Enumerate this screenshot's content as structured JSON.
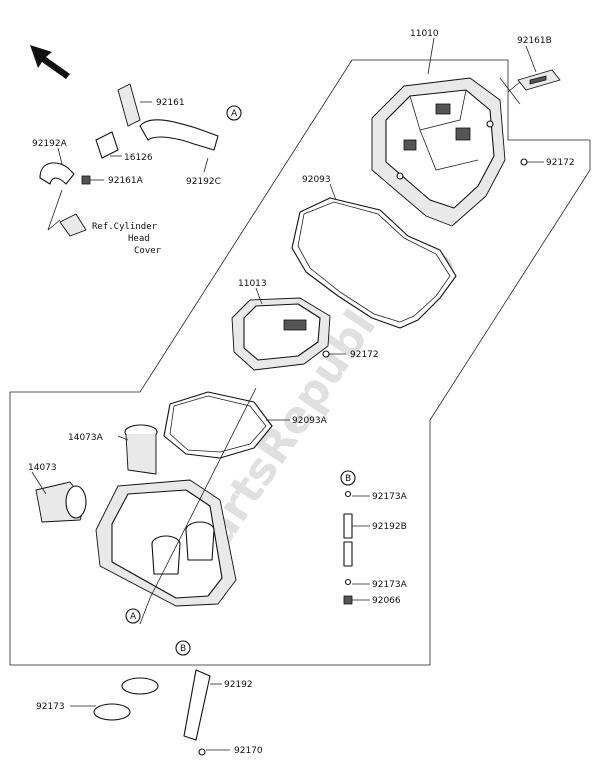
{
  "watermark": "PartsRepublik",
  "callouts": {
    "A": "A",
    "B": "B"
  },
  "labels": {
    "p11010": "11010",
    "p92161B": "92161B",
    "p92172_top": "92172",
    "p92093": "92093",
    "p11013": "11013",
    "p92172_mid": "92172",
    "p92093A": "92093A",
    "p14073A": "14073A",
    "p14073": "14073",
    "p92161": "92161",
    "p92192A": "92192A",
    "p16126": "16126",
    "p92161A": "92161A",
    "p92192C": "92192C",
    "p92173A_1": "92173A",
    "p92192B": "92192B",
    "p92173A_2": "92173A",
    "p92066": "92066",
    "p92192": "92192",
    "p92173": "92173",
    "p92170": "92170"
  },
  "ref_note": {
    "line1": "Ref.Cylinder",
    "line2": "Head",
    "line3": "Cover"
  },
  "icons": [
    "direction-arrow-icon",
    "gear-watermark-icon"
  ]
}
